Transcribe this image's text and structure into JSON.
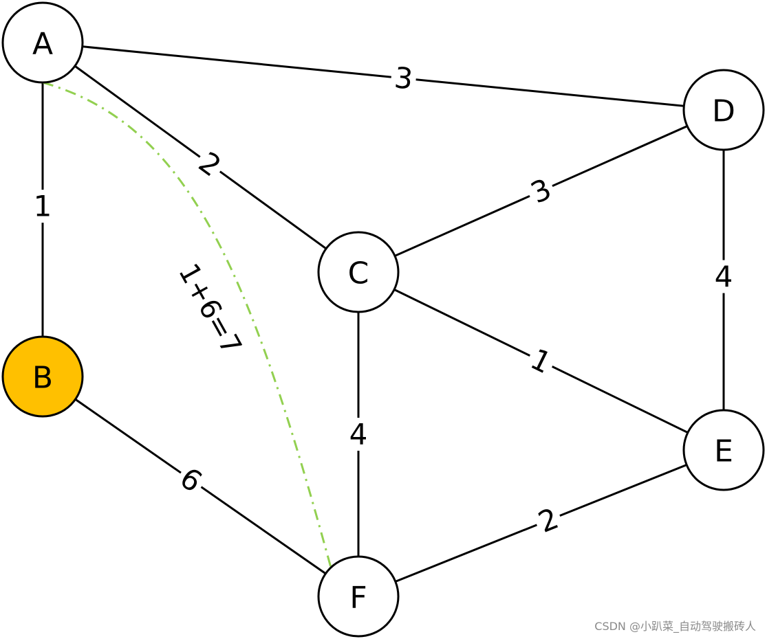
{
  "graph": {
    "nodes": [
      {
        "id": "A",
        "label": "A",
        "fill": "#ffffff"
      },
      {
        "id": "B",
        "label": "B",
        "fill": "#ffc000"
      },
      {
        "id": "C",
        "label": "C",
        "fill": "#ffffff"
      },
      {
        "id": "D",
        "label": "D",
        "fill": "#ffffff"
      },
      {
        "id": "E",
        "label": "E",
        "fill": "#ffffff"
      },
      {
        "id": "F",
        "label": "F",
        "fill": "#ffffff"
      }
    ],
    "edges": [
      {
        "from": "A",
        "to": "D",
        "weight": "3"
      },
      {
        "from": "A",
        "to": "C",
        "weight": "2"
      },
      {
        "from": "A",
        "to": "B",
        "weight": "1"
      },
      {
        "from": "C",
        "to": "D",
        "weight": "3"
      },
      {
        "from": "D",
        "to": "E",
        "weight": "4"
      },
      {
        "from": "C",
        "to": "E",
        "weight": "1"
      },
      {
        "from": "C",
        "to": "F",
        "weight": "4"
      },
      {
        "from": "B",
        "to": "F",
        "weight": "6"
      },
      {
        "from": "F",
        "to": "E",
        "weight": "2"
      }
    ],
    "highlighted_path": {
      "from": "A",
      "to": "F",
      "label": "1+6=7",
      "color": "#92d050"
    }
  },
  "watermark": "CSDN @小趴菜_自动驾驶搬砖人"
}
